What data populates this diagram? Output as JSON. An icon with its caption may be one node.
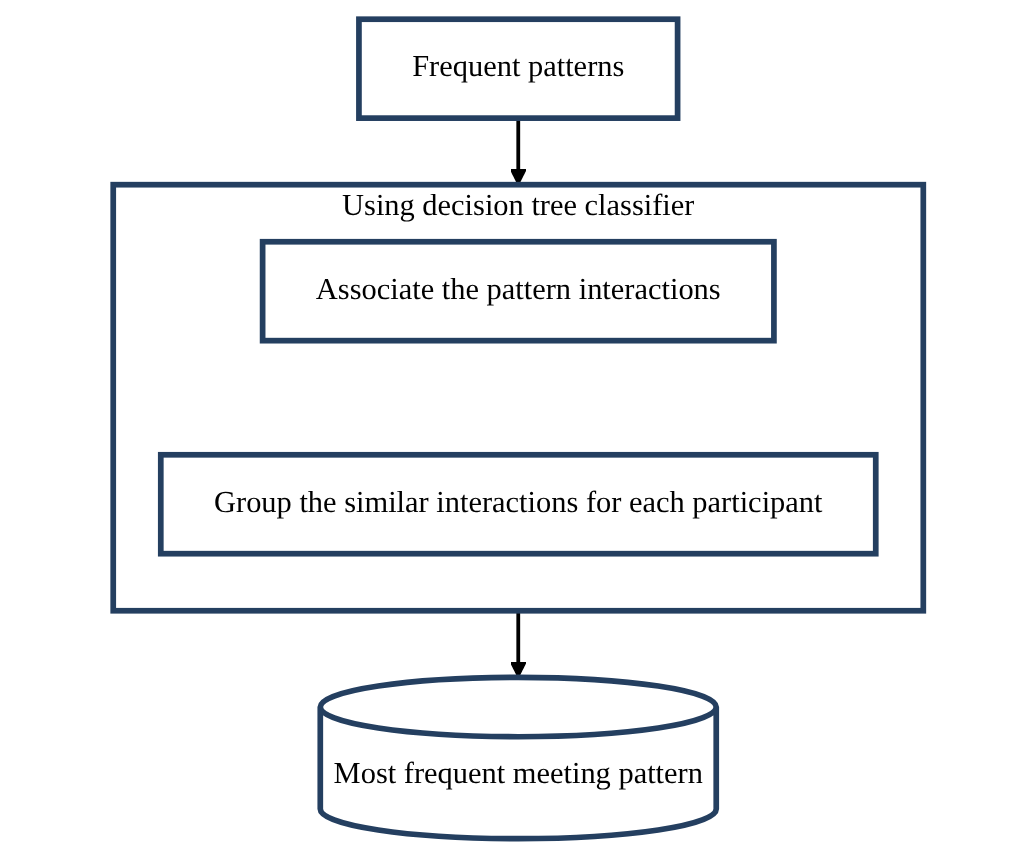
{
  "diagram": {
    "nodes": [
      {
        "text": [
          "Frequent patterns"
        ]
      },
      {
        "text": [
          "Using decision tree classifier"
        ]
      },
      {
        "text": [
          "Associate the pattern interactions"
        ],
        "in": 1
      },
      {
        "text": [
          "Group the similar interactions for each participant"
        ],
        "in": 1
      },
      {
        "text": [
          "Most frequent meeting pattern"
        ]
      }
    ],
    "edges": [
      {
        "from": 0,
        "to": 1,
        "arrow": "to"
      },
      {
        "from": 1,
        "to": 4,
        "arrow": "to"
      }
    ]
  }
}
